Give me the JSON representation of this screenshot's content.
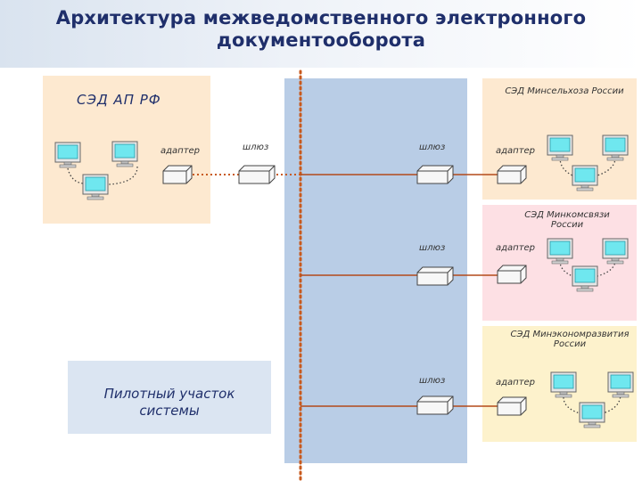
{
  "title": "Архитектура межведомственного электронного документооборота",
  "left_system": {
    "name": "СЭД АП РФ",
    "adapter": "адаптер",
    "gateway": "шлюз"
  },
  "ministries": [
    {
      "name": "СЭД Минсельхоза России",
      "gateway": "шлюз",
      "adapter": "адаптер",
      "color": "#fde9d0"
    },
    {
      "name": "СЭД Минкомсвязи России",
      "gateway": "шлюз",
      "adapter": "адаптер",
      "color": "#fde0e4"
    },
    {
      "name": "СЭД Минэкономразвития России",
      "gateway": "шлюз",
      "adapter": "адаптер",
      "color": "#fdf2cc"
    }
  ],
  "pilot": {
    "label": "Пилотный участок системы"
  },
  "colors": {
    "title": "#1f2f6b",
    "bus": "#b9cde6",
    "line": "#c85a1e",
    "pilot": "#dbe5f2",
    "monitor": "#6fe7ef"
  }
}
